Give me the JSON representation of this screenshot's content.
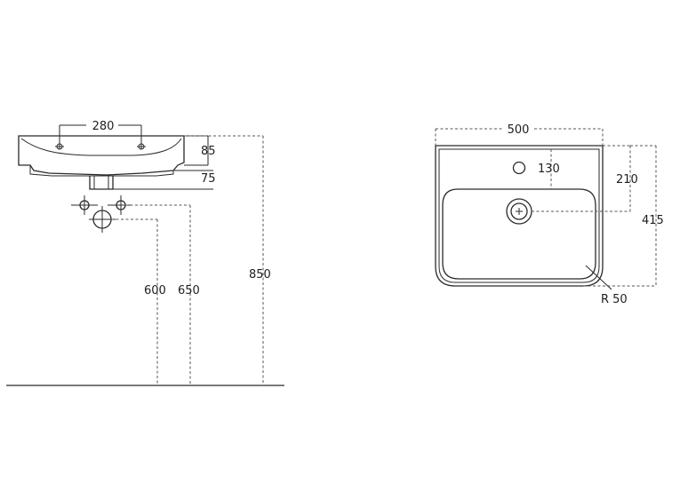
{
  "side_view": {
    "dim_tap_spacing": "280",
    "dim_rim_height": "85",
    "dim_overflow": "75",
    "dim_waste_600": "600",
    "dim_supply_650": "650",
    "dim_total_height": "850"
  },
  "top_view": {
    "dim_width": "500",
    "dim_tap_hole": "130",
    "dim_drain_offset": "210",
    "dim_depth": "415",
    "dim_corner_radius": "R 50"
  }
}
